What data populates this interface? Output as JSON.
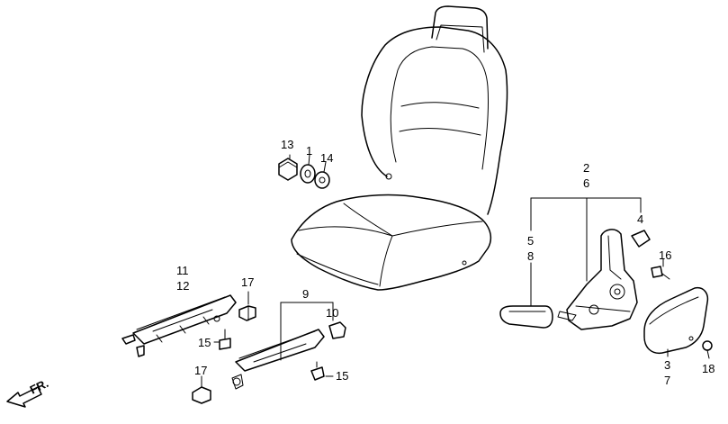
{
  "diagram": {
    "callouts": [
      {
        "key": "c13",
        "text": "13"
      },
      {
        "key": "c1",
        "text": "1"
      },
      {
        "key": "c14",
        "text": "14"
      },
      {
        "key": "c2",
        "text": "2"
      },
      {
        "key": "c6",
        "text": "6"
      },
      {
        "key": "c4",
        "text": "4"
      },
      {
        "key": "c5",
        "text": "5"
      },
      {
        "key": "c8",
        "text": "8"
      },
      {
        "key": "c16",
        "text": "16"
      },
      {
        "key": "c11",
        "text": "11"
      },
      {
        "key": "c12",
        "text": "12"
      },
      {
        "key": "c17a",
        "text": "17"
      },
      {
        "key": "c9",
        "text": "9"
      },
      {
        "key": "c10",
        "text": "10"
      },
      {
        "key": "c15a",
        "text": "15"
      },
      {
        "key": "c17b",
        "text": "17"
      },
      {
        "key": "c15b",
        "text": "15"
      },
      {
        "key": "c3",
        "text": "3"
      },
      {
        "key": "c7",
        "text": "7"
      },
      {
        "key": "c18",
        "text": "18"
      }
    ],
    "direction_label": "FR."
  }
}
